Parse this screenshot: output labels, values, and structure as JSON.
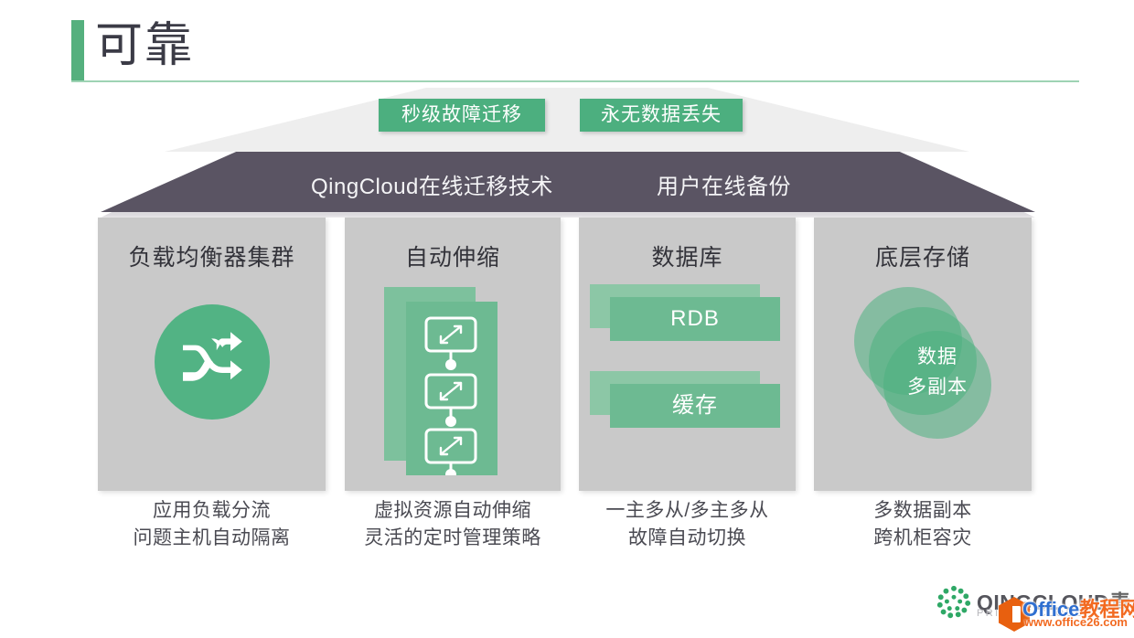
{
  "slide": {
    "title": "可靠"
  },
  "pyramid": {
    "badges": [
      {
        "label": "秒级故障迁移"
      },
      {
        "label": "永无数据丢失"
      }
    ],
    "band_labels": [
      {
        "label": "QingCloud在线迁移技术"
      },
      {
        "label": "用户在线备份"
      }
    ]
  },
  "cards": [
    {
      "title": "负载均衡器集群",
      "icon": "shuffle-icon",
      "caption_line1": "应用负载分流",
      "caption_line2": "问题主机自动隔离"
    },
    {
      "title": "自动伸缩",
      "icon": "autoscale-panels-icon",
      "caption_line1": "虚拟资源自动伸缩",
      "caption_line2": "灵活的定时管理策略"
    },
    {
      "title": "数据库",
      "bars": [
        {
          "label": "RDB"
        },
        {
          "label": "缓存"
        }
      ],
      "caption_line1": "一主多从/多主多从",
      "caption_line2": "故障自动切换"
    },
    {
      "title": "底层存储",
      "circle_text_line1": "数据",
      "circle_text_line2": "多副本",
      "caption_line1": "多数据副本",
      "caption_line2": "跨机柜容灾"
    }
  ],
  "brand": {
    "word_en": "QINGCLOUD",
    "word_cn": "青云",
    "sub": "PRIVATE CLOUD",
    "logo_icon": "qingcloud-hex-logo-icon"
  },
  "watermark": {
    "title_en": "Office",
    "title_cn": "教程网",
    "url": "www.office26.com",
    "icon": "office-hex-icon"
  },
  "colors": {
    "green_accent": "#4caf7f",
    "green_light": "#7dc19d",
    "green_mid": "#6dba92",
    "band_dark": "#5a5463",
    "card_gray": "#c9c9c9",
    "pyramid_top_gray": "#eeeeee",
    "title_text": "#3b3b46",
    "caption_text": "#4a4a52",
    "watermark_orange": "#f26a21",
    "watermark_blue": "#2f6fd0"
  }
}
